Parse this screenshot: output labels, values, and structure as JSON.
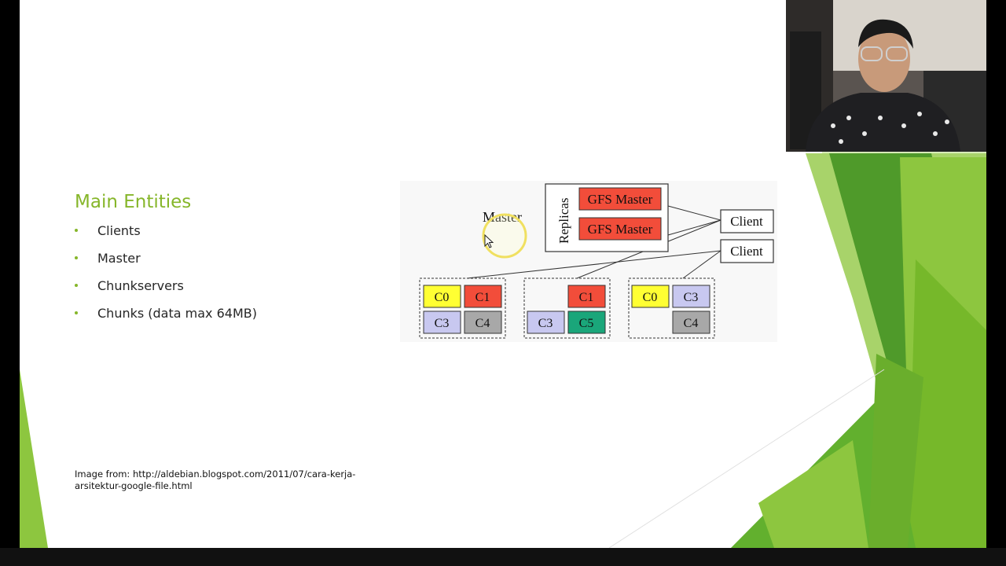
{
  "slide": {
    "title": "Main Entities",
    "bullets": [
      "Clients",
      "Master",
      "Chunkservers",
      "Chunks (data max 64MB)"
    ],
    "caption": "Image from: http://aldebian.blogspot.com/2011/07/cara-kerja-arsitektur-google-file.html"
  },
  "diagram": {
    "master_label": "Master",
    "replicas_label": "Replicas",
    "gfs_master_label": "GFS Master",
    "client_label": "Client",
    "chunk_labels": [
      "C0",
      "C1",
      "C3",
      "C4",
      "C5"
    ],
    "colors": {
      "c0": "#ffff33",
      "c1": "#f24d3a",
      "c3": "#c8c8f0",
      "c4": "#a8a8a8",
      "c5": "#1aa67a",
      "accent": "#86b62a",
      "highlight": "#f0e060"
    }
  },
  "webcam": {
    "description_icon": "person-video-icon"
  }
}
